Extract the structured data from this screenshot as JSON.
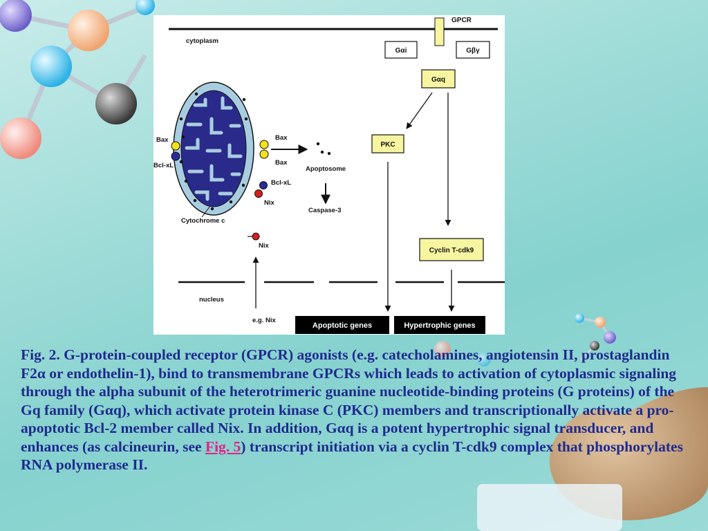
{
  "figure": {
    "gpcr": "GPCR",
    "cytoplasm": "cytoplasm",
    "g_alpha_i": "Gαi",
    "g_beta_gamma": "Gβγ",
    "g_alpha_q": "Gαq",
    "pkc": "PKC",
    "bax_left": "Bax",
    "bclxl_left": "Bcl-xL",
    "bax_right_top": "Bax",
    "bax_right_bottom": "Bax",
    "apoptosome": "Apoptosome",
    "bclxl_right": "Bcl-xL",
    "nix_right": "Nix",
    "caspase": "Caspase-3",
    "cytochrome": "Cytochrome c",
    "nix_mid": "Nix",
    "cyclin": "Cyclin T-cdk9",
    "nucleus": "nucleus",
    "eg_nix": "e.g. Nix",
    "apoptotic_genes": "Apoptotic genes",
    "hypertrophic_genes": "Hypertrophic genes"
  },
  "caption": {
    "part1": "Fig. 2. G-protein-coupled receptor (GPCR) agonists (e.g. catecholamines, angiotensin II, prostaglandin F2α or endothelin-1), bind to transmembrane GPCRs which leads to activation of cytoplasmic signaling through the alpha subunit of the heterotrimeric guanine nucleotide-binding proteins (G proteins) of the Gq family (Gαq), which activate protein kinase C (PKC) members and transcriptionally activate a pro-apoptotic Bcl-2 member called Nix. In addition, Gαq is a potent hypertrophic signal transducer, and enhances (as calcineurin, see ",
    "link": "Fig. 5",
    "part2": ") transcript initiation via a cyclin T-cdk9 complex that phosphorylates RNA polymerase II."
  },
  "colors": {
    "caption_text": "#1f2a8f",
    "link": "#e0218a",
    "mito_fill": "#2a2a8a",
    "mito_outer": "#a9cde0",
    "box_yellow": "#f7f5a0",
    "bax_yellow": "#f3e11a",
    "nix_red": "#d42020",
    "bcl_blue": "#2a2a9a"
  }
}
